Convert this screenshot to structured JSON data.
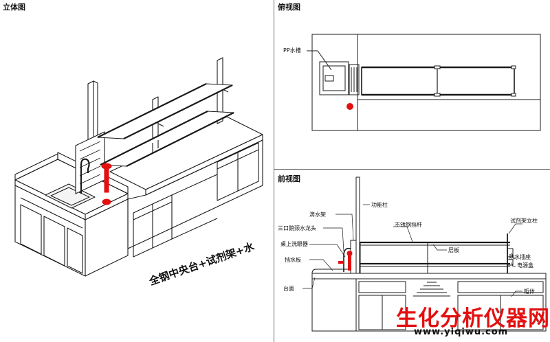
{
  "panels": {
    "iso_title": "立体图",
    "top_title": "俯视图",
    "front_title": "前视图"
  },
  "iso_caption": "全钢中央台+试剂架+水",
  "top_labels": {
    "pp_sink": "PP水槽"
  },
  "front_labels": {
    "function_column": "功能柱",
    "drip_rack": "滴水架",
    "faucet": "三口鹅颈水龙头",
    "steel_rail": "不锈钢挡杆",
    "reagent_column": "试剂架立柱",
    "eyewash": "桌上洗眼器",
    "shelf": "层板",
    "waterproof_socket": "防水插座",
    "power_box": "电源盒",
    "splash_board": "挡水板",
    "countertop": "台面",
    "cabinet": "柜体"
  },
  "watermark": {
    "name": "生化分析仪器网",
    "url": "www.yiqiwu.com"
  },
  "colors": {
    "line": "#1a1a1a",
    "accent_red": "#e21010"
  }
}
